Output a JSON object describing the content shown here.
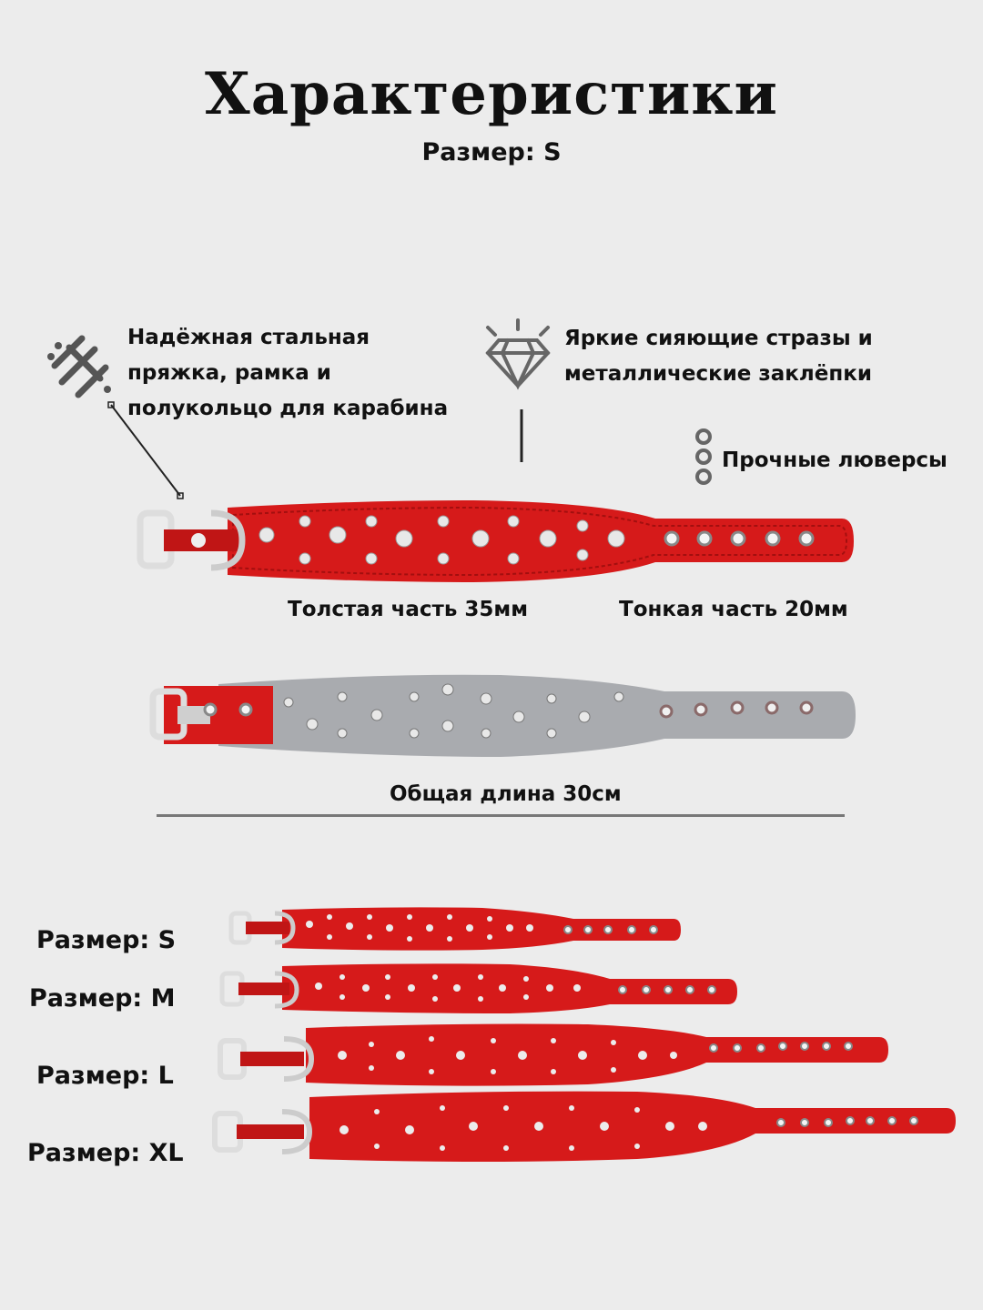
{
  "title": "Характеристики",
  "subtitle": "Размер: S",
  "features": {
    "buckle": "Надёжная стальная пряжка, рамка и полукольцо для карабина",
    "rhinestones": "Яркие сияющие стразы и металлические заклёпки",
    "grommets": "Прочные люверсы"
  },
  "dimensions": {
    "thick": "Толстая часть 35мм",
    "thin": "Тонкая часть 20мм",
    "total": "Общая длина 30см"
  },
  "sizes": [
    {
      "label": "Размер: S"
    },
    {
      "label": "Размер: M"
    },
    {
      "label": "Размер: L"
    },
    {
      "label": "Размер: XL"
    }
  ],
  "colors": {
    "leather": "#d61a1a",
    "lining": "#a9abaf",
    "metal": "#c9c9c9",
    "icon": "#555555"
  },
  "icons": {
    "buckle": "buckle-icon",
    "diamond": "diamond-icon",
    "grommets": "grommets-icon"
  }
}
